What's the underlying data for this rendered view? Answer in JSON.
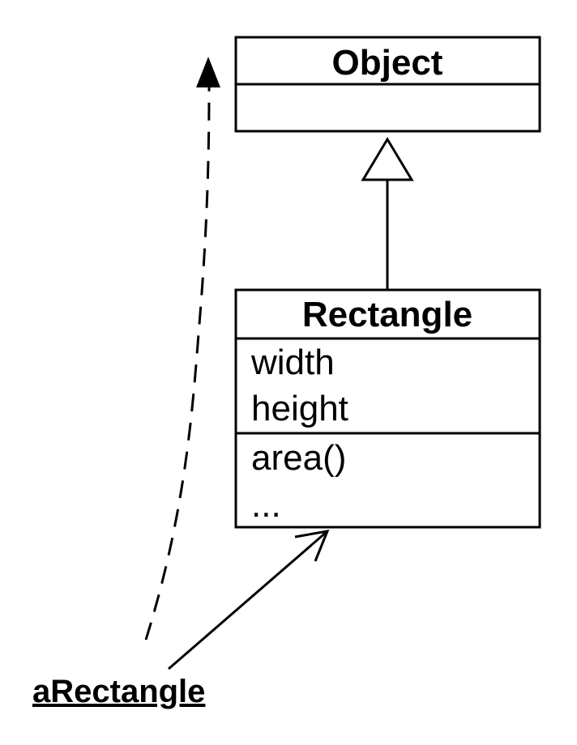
{
  "classes": {
    "object": {
      "name": "Object",
      "attributes": [],
      "operations": []
    },
    "rectangle": {
      "name": "Rectangle",
      "attributes": [
        "width",
        "height"
      ],
      "operations": [
        "area()",
        "..."
      ]
    }
  },
  "instance": {
    "name": "aRectangle"
  },
  "relations": [
    {
      "type": "generalization",
      "from": "Rectangle",
      "to": "Object"
    },
    {
      "type": "instance-of",
      "from": "aRectangle",
      "to": "Rectangle"
    },
    {
      "type": "dependency",
      "from": "aRectangle",
      "to": "Object"
    }
  ]
}
